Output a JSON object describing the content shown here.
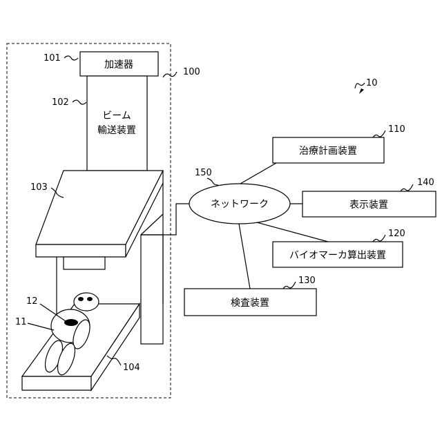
{
  "refs": {
    "system": "10",
    "apparatus": "100",
    "accelerator": "101",
    "beam_transport": "102",
    "gantry": "103",
    "couch": "104",
    "patient": "11",
    "tumor": "12",
    "network": "150",
    "treatment_planning": "110",
    "display": "140",
    "biomarker": "120",
    "inspection": "130"
  },
  "labels": {
    "accelerator": "加速器",
    "beam_transport_line1": "ビーム",
    "beam_transport_line2": "輸送装置",
    "network": "ネットワーク",
    "treatment_planning": "治療計画装置",
    "display": "表示装置",
    "biomarker": "バイオマーカ算出装置",
    "inspection": "検査装置"
  }
}
